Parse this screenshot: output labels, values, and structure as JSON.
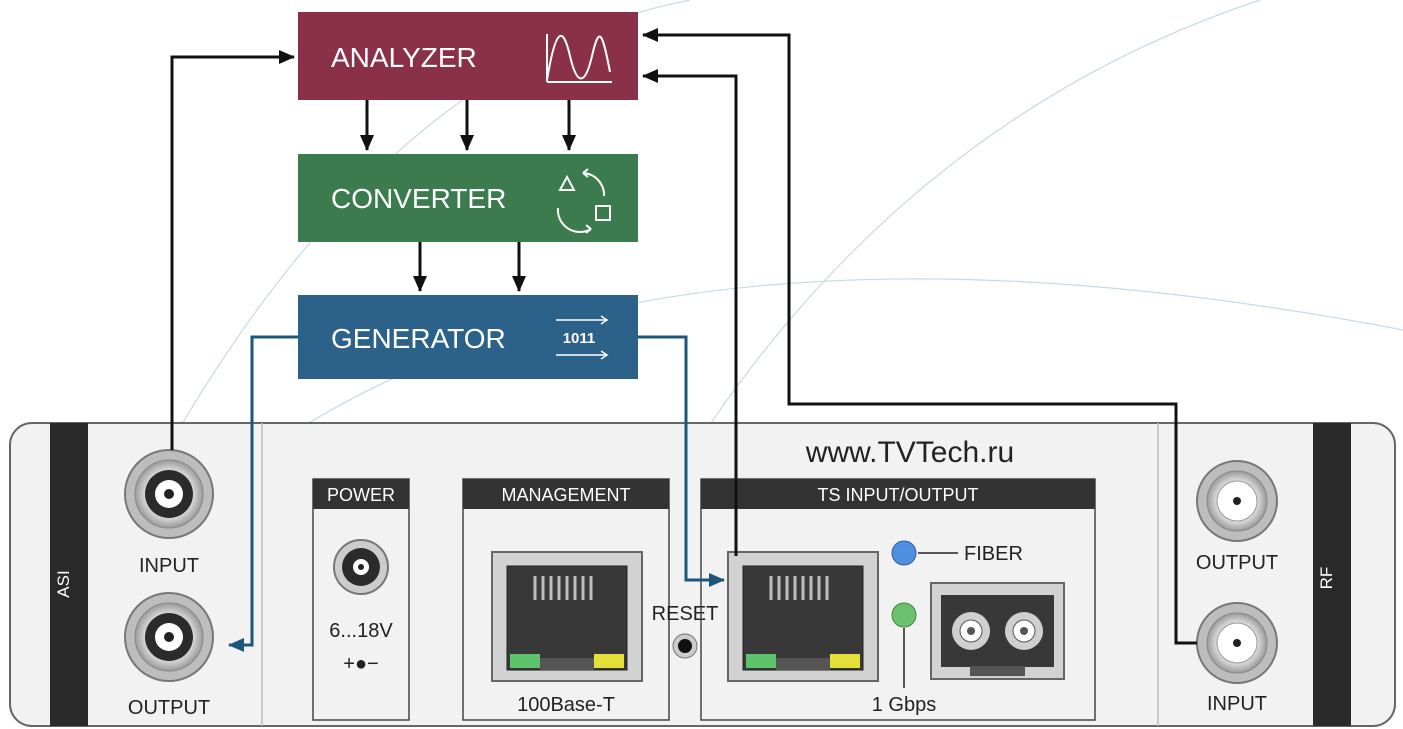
{
  "blocks": {
    "analyzer": {
      "label": "ANALYZER",
      "icon": "waveform-icon",
      "color": "#8b3049"
    },
    "converter": {
      "label": "CONVERTER",
      "icon": "convert-cycle-icon",
      "color": "#3b7b4e"
    },
    "generator": {
      "label": "GENERATOR",
      "icon": "bitstream-icon",
      "icon_text": "1011",
      "color": "#2c6189"
    }
  },
  "panel": {
    "website": "www.TVTech.ru",
    "asi": {
      "side_label": "ASI",
      "input_label": "INPUT",
      "output_label": "OUTPUT"
    },
    "power": {
      "header": "POWER",
      "voltage": "6...18V",
      "polarity": "+●−"
    },
    "management": {
      "header": "MANAGEMENT",
      "port_label": "100Base-T"
    },
    "reset_label": "RESET",
    "ts_io": {
      "header": "TS INPUT/OUTPUT",
      "fiber_label": "FIBER",
      "speed_label": "1 Gbps"
    },
    "rf": {
      "side_label": "RF",
      "output_label": "OUTPUT",
      "input_label": "INPUT"
    }
  },
  "colors": {
    "arrow_black": "#111111",
    "arrow_blue": "#1d5679",
    "panel_fill": "#f2f2f2",
    "side_bar": "#2a2a2a",
    "header_bar": "#333333",
    "led_blue": "#4f8fe0",
    "led_green": "#6dc06d"
  }
}
